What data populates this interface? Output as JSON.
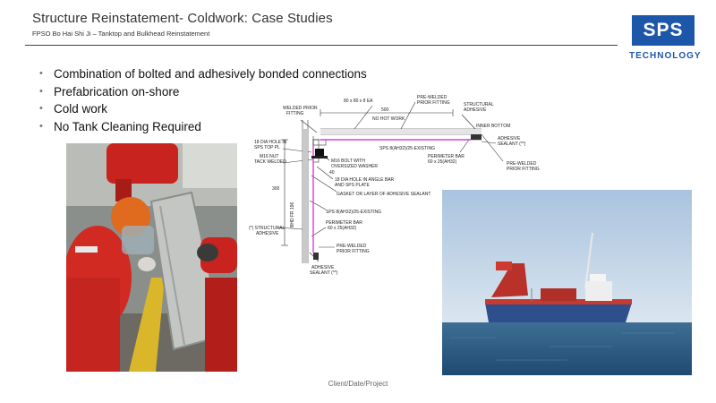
{
  "slide": {
    "title": "Structure Reinstatement- Coldwork: Case Studies",
    "subtitle": "FPSO Bo Hai Shi Ji – Tanktop and Bulkhead Reinstatement",
    "footer": "Client/Date/Project"
  },
  "logo": {
    "text": "SPS",
    "subtext": "TECHNOLOGY",
    "color": "#1d57a9"
  },
  "bullets": [
    "Combination of bolted and adhesively bonded connections",
    "Prefabrication on-shore",
    "Cold work",
    "No Tank Cleaning Required"
  ],
  "drawing": {
    "labels": {
      "welded_prior": "WELDED PRIOR",
      "fitting": "FITTING",
      "ea": "80 x 80 x 8 EA",
      "pre_welded_top": "PRE-WELDED",
      "prior_fitting_top": "PRIOR FITTING",
      "structural_adhesive_top": "STRUCTURAL",
      "adhesive_word": "ADHESIVE",
      "dim_500": "500",
      "no_hot_work": "NO HOT WORK",
      "inner_bottom": "INNER BOTTOM",
      "adhesive_sealant_top": "ADHESIVE",
      "sealant_top": "SEALANT (**)",
      "sps_existing_top": "SPS 8(AH32)/25-EXISTING",
      "perimeter_bar_top": "PERIMETER BAR",
      "perimeter_size_top": "60 x 25(AH32)",
      "pre_welded_right": "PRE-WELDED",
      "prior_fitting_right": "PRIOR FITTING",
      "dia_hole_sps": "18 DIA HOLE IN",
      "sps_top_pl": "SPS TOP PL",
      "m16_nut": "M16 NUT",
      "tack_welded": "TACK WELDED",
      "m16_bolt": "M16 BOLT WITH",
      "oversized_washer": "OVERSIZED WASHER",
      "dim_40": "40",
      "dim_300": "300",
      "bhd_fr": "BHD FR 196",
      "dia_hole_angle": "18 DIA HOLE IN ANGLE BAR",
      "and_sps_plate": "AND SPS PLATE",
      "gasket": "GASKET OR LAYER OF ADHESIVE SEALANT",
      "sps_existing_side": "SPS 8(AH32)/25-EXISTING",
      "structural_side": "(*) STRUCTURAL",
      "adhesive_side": "ADHESIVE",
      "perimeter_bar_side": "PERIMETER BAR",
      "perimeter_size_side": "60 x 25(AH32)",
      "pre_welded_bottom": "PRE-WELDED",
      "prior_fitting_bottom": "PRIOR FITTING",
      "adhesive_sealant_bottom": "ADHESIVE",
      "sealant_bottom": "SEALANT (**)"
    }
  }
}
